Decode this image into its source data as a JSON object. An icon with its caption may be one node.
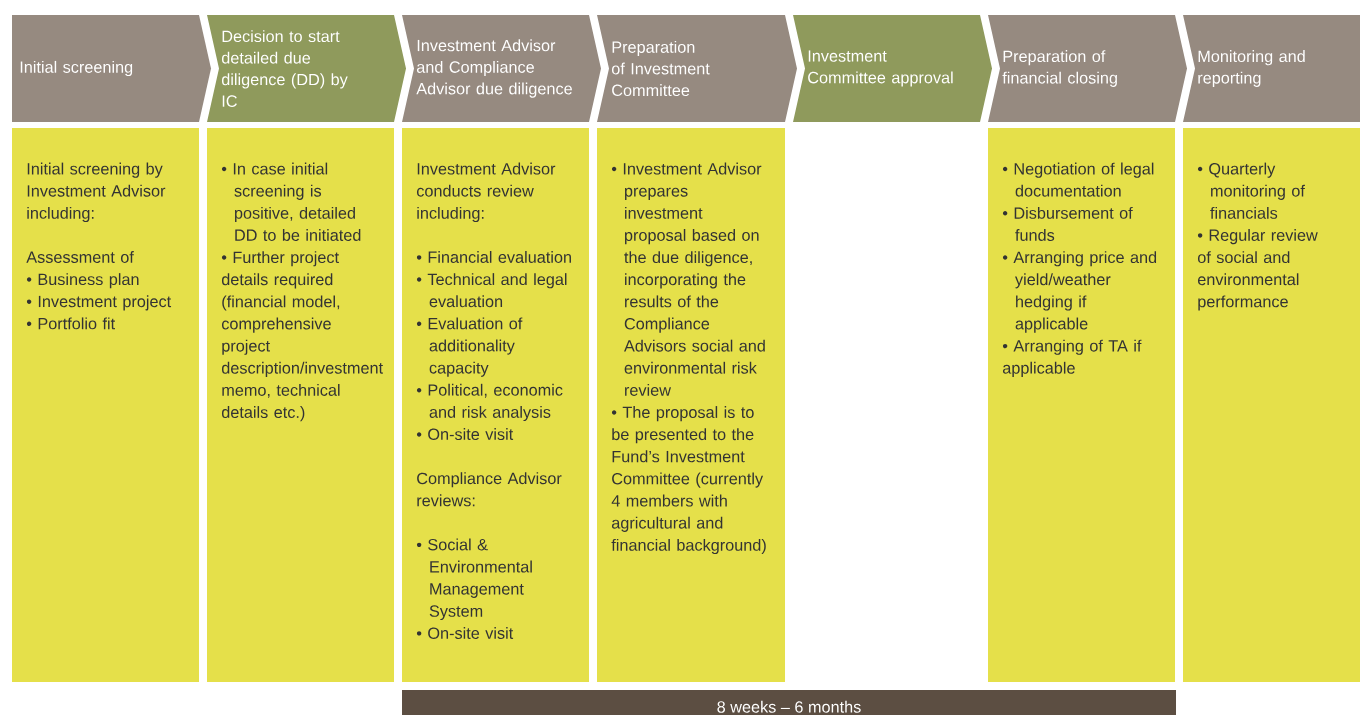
{
  "diagram": {
    "nodes": [
      {
        "text": [
          "Initial screening"
        ]
      },
      {
        "text": [
          "Decision to start detailed due diligence (DD) by IC"
        ]
      },
      {
        "text": [
          "Investment Advisor and Compliance Advisor due diligence"
        ]
      },
      {
        "text": [
          "Preparation of Investment Committee"
        ]
      },
      {
        "text": [
          "Investment Committee approval"
        ]
      },
      {
        "text": [
          "Preparation of financial closing"
        ]
      },
      {
        "text": [
          "Monitoring and reporting"
        ]
      },
      {
        "text": [
          "Initial screening by Investment Advisor including:",
          "Assessment of",
          "• Business plan",
          "• Investment project",
          "• Portfolio fit"
        ]
      },
      {
        "text": [
          "• In case initial screening is positive, detailed DD to be initiated",
          "• Further project details required (financial model, comprehensive project description/investment memo, technical details etc.)"
        ]
      },
      {
        "text": [
          "Investment Advisor conducts review including:",
          "• Financial evaluation",
          "• Technical and legal evaluation",
          "• Evaluation of additionality capacity",
          "• Political, economic and risk analysis",
          "• On-site visit",
          "Compliance Advisor reviews:",
          "• Social & Environmental Management System",
          "• On-site visit"
        ]
      },
      {
        "text": [
          "• Investment Advisor prepares investment proposal based on the due diligence, incorporating the results of the Compliance Advisors social and environmental risk review",
          "• The proposal is to be presented to the Fund’s Investment Committee (currently 4 members with agricultural and financial background)"
        ]
      },
      {
        "text": [
          "• Negotiation of legal documentation",
          "• Disbursement of funds",
          "• Arranging price and yield/weather hedging if applicable",
          "• Arranging of TA if applicable"
        ]
      },
      {
        "text": [
          "• Quarterly monitoring of financials",
          "• Regular review of social and environmental performance"
        ]
      },
      {
        "text": [
          "8 weeks – 6 months"
        ]
      }
    ]
  }
}
